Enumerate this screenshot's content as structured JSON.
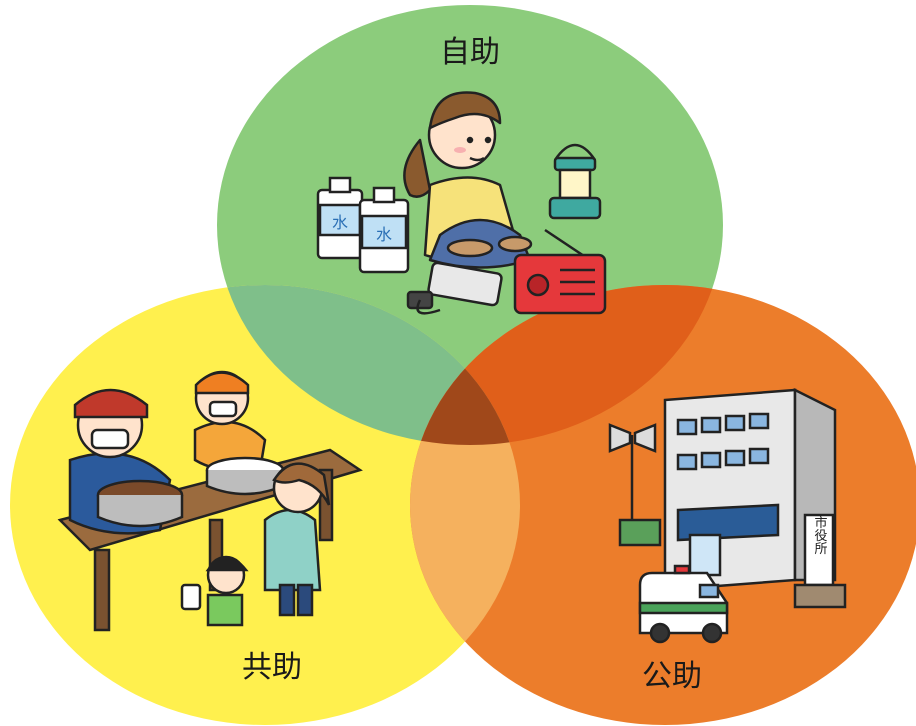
{
  "circles": [
    {
      "id": "self-help",
      "label": "自助",
      "color": "#8ccc7c"
    },
    {
      "id": "mutual-help",
      "label": "共助",
      "color": "#fff04e"
    },
    {
      "id": "public-help",
      "label": "公助",
      "color": "#ec7d2b"
    }
  ],
  "overlap_colors": {
    "self_mutual": "#7fbf8a",
    "self_public": "#e05f1a",
    "mutual_public": "#f5b15e",
    "center": "#a0481a"
  },
  "illustrations": {
    "self_help": [
      "woman-sitting",
      "water-bottle",
      "water-bottle",
      "lantern",
      "radio",
      "smartphone"
    ],
    "mutual_help": [
      "cook-with-mask",
      "cook-with-mask",
      "cooking-pot",
      "rice-pot",
      "woman-serving",
      "child-with-cup",
      "table"
    ],
    "public_help": [
      "city-hall-building",
      "ambulance",
      "loudspeaker-pole",
      "city-hall-sign"
    ]
  },
  "water_bottle_label": "水",
  "city_hall_sign_text": "市役所"
}
